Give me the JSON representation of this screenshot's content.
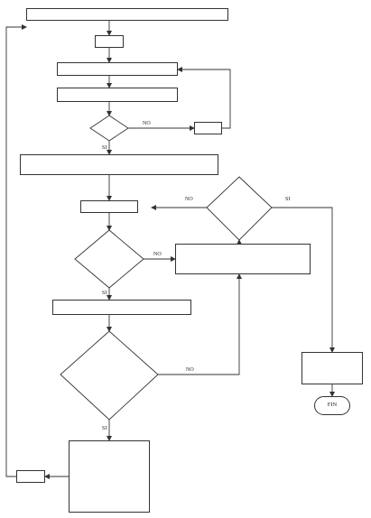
{
  "nodes": {
    "input": "",
    "init_counter": "",
    "generate_particles": "",
    "calc_fitness": "",
    "check_k": "",
    "incr_k": "",
    "reset_step": "",
    "assign_s": "",
    "check_feasible": "",
    "reassign_s": "",
    "calc_f": "",
    "check_selection": "",
    "update_lines": [
      "",
      "",
      "",
      "",
      "",
      ""
    ],
    "incr_t": "",
    "check_stop": "",
    "output": "",
    "end": "FIN"
  },
  "edge_labels": {
    "no": "NO",
    "si": "SI"
  }
}
